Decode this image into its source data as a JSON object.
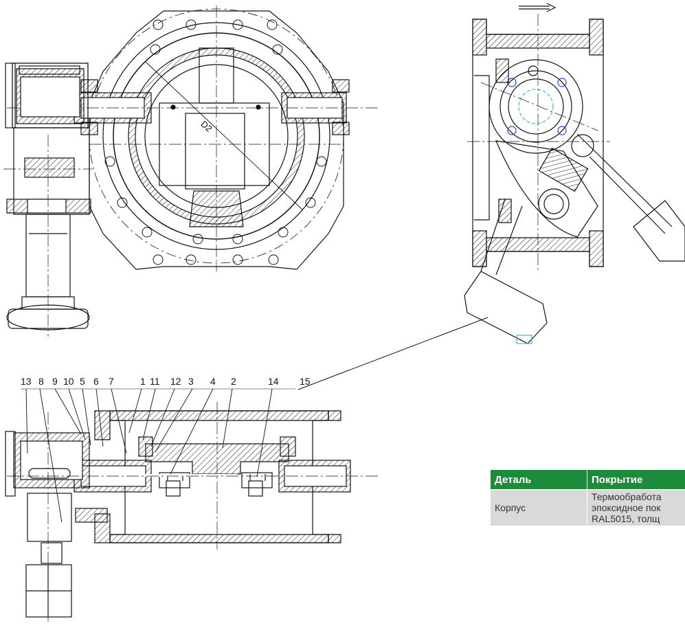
{
  "diagram": {
    "dimension_label": "D2",
    "callouts": [
      "13",
      "8",
      "9",
      "10",
      "5",
      "6",
      "7",
      "1",
      "11",
      "12",
      "3",
      "4",
      "2",
      "14",
      "15"
    ]
  },
  "spec_table": {
    "headers": [
      "Деталь",
      "Покрытие"
    ],
    "rows": [
      {
        "part": "Корпус",
        "coating_lines": [
          "Термообработа",
          "эпоксидное пок",
          "RAL5015, толщ"
        ]
      }
    ],
    "colors": {
      "header_bg": "#1e8a3c",
      "header_text": "#ffffff",
      "cell_bg": "#d9d9d9"
    }
  }
}
